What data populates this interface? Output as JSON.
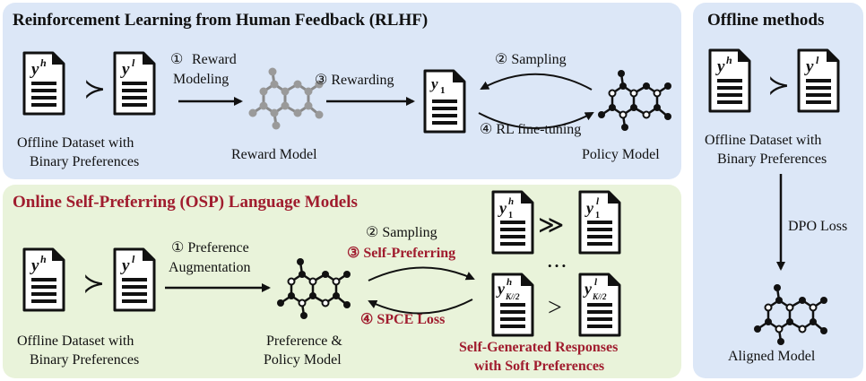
{
  "rlhf": {
    "title": "Reinforcement Learning from Human Feedback (RLHF)",
    "dataset_label_1": "Offline Dataset with",
    "dataset_label_2": "Binary Preferences",
    "step1_num": "①",
    "step1_label_1": "Reward",
    "step1_label_2": "Modeling",
    "reward_model_label": "Reward Model",
    "step3_label": "③ Rewarding",
    "step2_label": "② Sampling",
    "step4_label": "④ RL fine-tuning",
    "policy_model_label": "Policy Model"
  },
  "offline": {
    "title": "Offline methods",
    "dataset_label_1": "Offline Dataset with",
    "dataset_label_2": "Binary Preferences",
    "loss_label": "DPO Loss",
    "aligned_label": "Aligned Model"
  },
  "osp": {
    "title": "Online Self-Preferring (OSP) Language Models",
    "dataset_label_1": "Offline Dataset with",
    "dataset_label_2": "Binary Preferences",
    "step1_label_1": "① Preference",
    "step1_label_2": "Augmentation",
    "step2_label": "② Sampling",
    "step3_label": "③ Self-Preferring",
    "step4_label": "④ SPCE Loss",
    "model_label_1": "Preference &",
    "model_label_2": "Policy Model",
    "responses_label_1": "Self-Generated Responses",
    "responses_label_2": "with Soft Preferences",
    "ellipsis": "• • •"
  },
  "symbols": {
    "succ": "≻",
    "gg": "≫",
    "gt": ">",
    "y": "y",
    "h": "h",
    "l": "l",
    "sub1": "1",
    "subK": "K//2"
  },
  "colors": {
    "rlhf_bg": "#dce7f7",
    "offline_bg": "#dce7f7",
    "osp_bg": "#e9f3da",
    "accent_red": "#a01c2e"
  }
}
